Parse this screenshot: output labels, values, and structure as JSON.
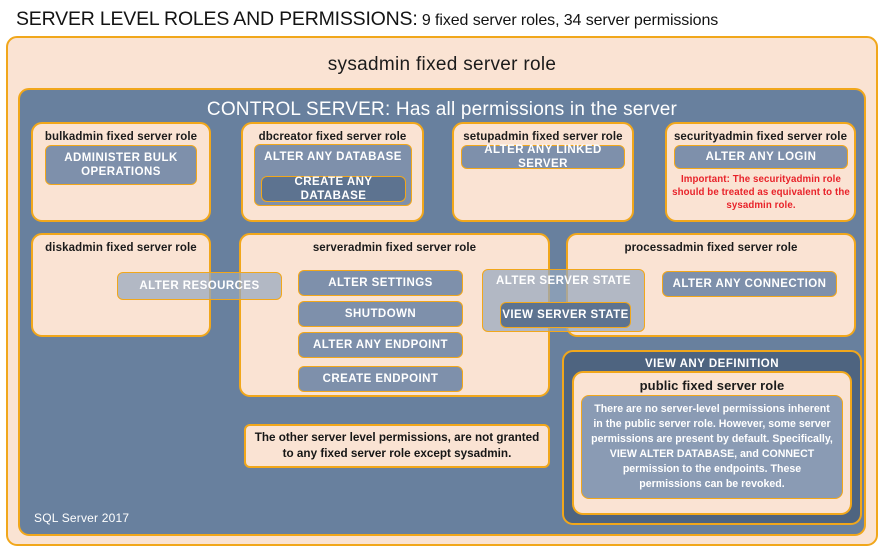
{
  "title": {
    "strong": "SERVER LEVEL ROLES AND PERMISSIONS:",
    "sub": " 9 fixed server roles, 34 server permissions"
  },
  "sysadmin": {
    "label": "sysadmin fixed server role"
  },
  "control_server": {
    "label": "CONTROL SERVER: Has all permissions in the server"
  },
  "roles": {
    "bulkadmin": {
      "title": "bulkadmin fixed server role",
      "permission": "ADMINISTER  BULK OPERATIONS"
    },
    "dbcreator": {
      "title": "dbcreator fixed server role",
      "permission_outer": "ALTER ANY DATABASE",
      "permission_inner": "CREATE  ANY DATABASE"
    },
    "setupadmin": {
      "title": "setupadmin fixed server role",
      "permission": "ALTER ANY LINKED SERVER"
    },
    "securityadmin": {
      "title": "securityadmin fixed server role",
      "permission": "ALTER ANY LOGIN",
      "warning": "Important: The securityadmin role should  be treated as equivalent to the sysadmin role."
    },
    "diskadmin": {
      "title": "diskadmin fixed server role",
      "permission": "ALTER RESOURCES"
    },
    "serveradmin": {
      "title": "serveradmin fixed server role",
      "permissions": [
        "ALTER SETTINGS",
        "SHUTDOWN",
        "ALTER ANY ENDPOINT",
        "CREATE  ENDPOINT"
      ]
    },
    "processadmin": {
      "title": "processadmin fixed server role",
      "permission": "ALTER ANY CONNECTION"
    },
    "shared": {
      "alter_server_state": "ALTER SERVER STATE",
      "view_server_state": "VIEW SERVER STATE"
    },
    "public": {
      "view_any_definition": "VIEW ANY DEFINITION",
      "title": "public  fixed server role",
      "body": "There are no server-level permissions inherent in the public server role. However, some server permissions are present by default. Specifically, VIEW ALTER DATABASE, and CONNECT permission to the endpoints. These permissions can be revoked."
    }
  },
  "other_note": "The other server level permissions, are not granted to any fixed server role except sysadmin.",
  "footer": {
    "label": "SQL Server 2017"
  },
  "colors": {
    "peach": "#FAE3D3",
    "gold_border": "#F1A71B",
    "slate": "#68809E",
    "slate_dark": "#4E6480",
    "chip": "#7E90AB",
    "chip_dark": "#5D7390",
    "warning_red": "#E8232A"
  }
}
